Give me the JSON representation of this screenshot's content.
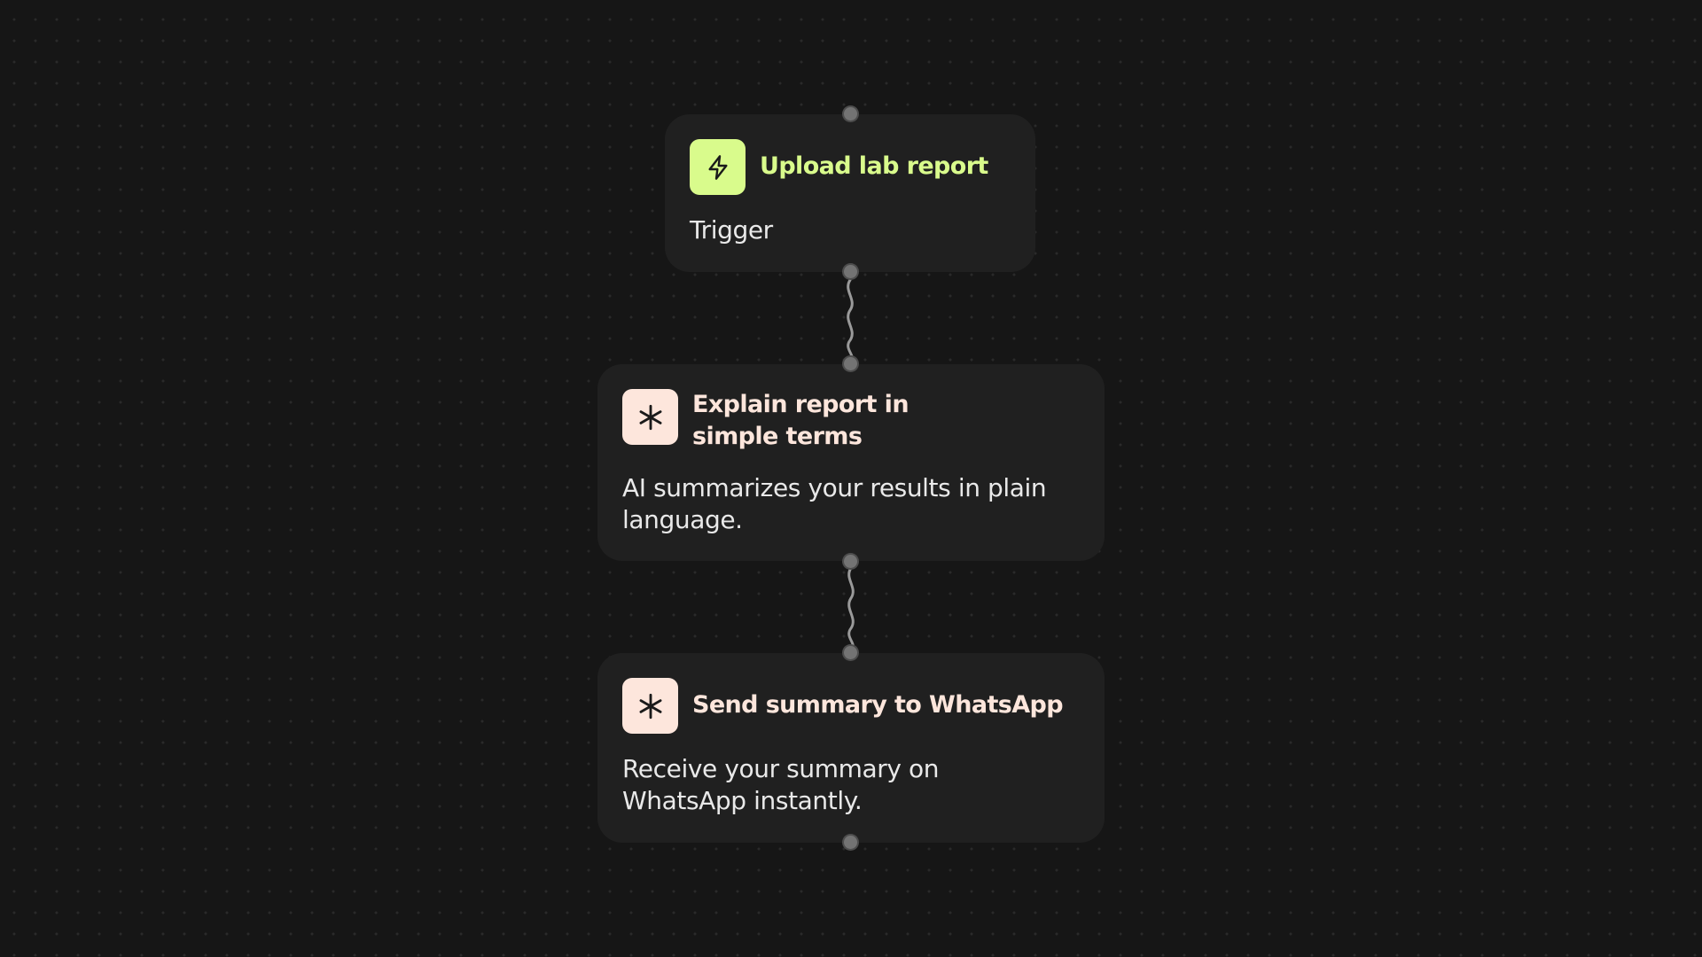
{
  "colors": {
    "trigger_accent": "#d9fb8c",
    "action_accent": "#fde6dc",
    "icon_glyph": "#1a1a1a",
    "connector": "#9a9a9a",
    "port": "#737373"
  },
  "nodes": [
    {
      "id": "upload",
      "icon": "lightning-icon",
      "title": "Upload lab report",
      "description": "Trigger"
    },
    {
      "id": "explain",
      "icon": "asterisk-icon",
      "title": "Explain report in simple terms",
      "description": "AI summarizes your results in plain language."
    },
    {
      "id": "send",
      "icon": "asterisk-icon",
      "title": "Send summary to WhatsApp",
      "description": "Receive your summary on WhatsApp instantly."
    }
  ]
}
